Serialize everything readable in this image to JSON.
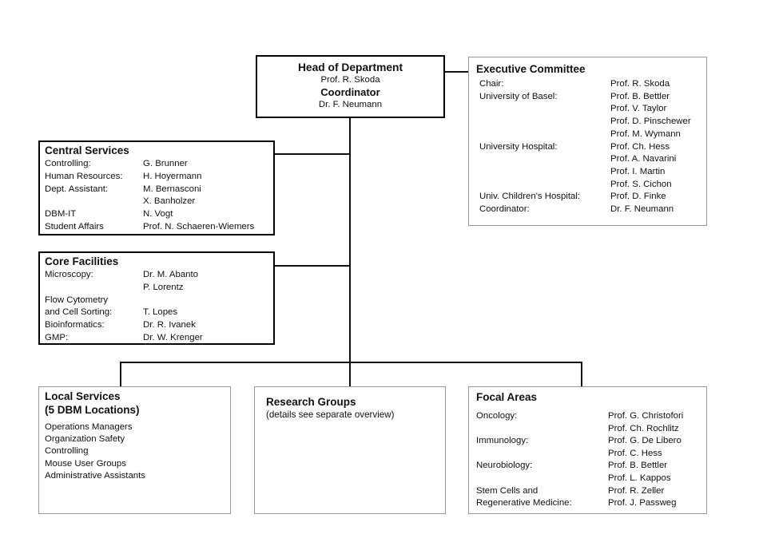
{
  "colors": {
    "background": "#ffffff",
    "text": "#111111",
    "border_strong": "#000000",
    "border_light": "#999999",
    "connector_line": "#111111"
  },
  "head_box": {
    "title": "Head of Department",
    "person": "Prof. R. Skoda",
    "role": "Coordinator",
    "role_person": "Dr. F. Neumann"
  },
  "executive_committee": {
    "title": "Executive Committee",
    "rows": [
      {
        "label": "Chair:",
        "value": "Prof. R. Skoda"
      },
      {
        "label": "University of Basel:",
        "value": "Prof. B. Bettler"
      },
      {
        "label": "",
        "value": "Prof. V. Taylor"
      },
      {
        "label": "",
        "value": "Prof. D. Pinschewer"
      },
      {
        "label": "",
        "value": "Prof. M. Wymann"
      },
      {
        "label": "University Hospital:",
        "value": "Prof. Ch. Hess"
      },
      {
        "label": "",
        "value": "Prof. A. Navarini"
      },
      {
        "label": "",
        "value": "Prof. I. Martin"
      },
      {
        "label": "",
        "value": "Prof. S. Cichon"
      },
      {
        "label": "Univ. Children's Hospital:",
        "value": "Prof. D. Finke"
      },
      {
        "label": "Coordinator:",
        "value": "Dr. F. Neumann"
      }
    ]
  },
  "central_services": {
    "title": "Central Services",
    "rows": [
      {
        "label": "Controlling:",
        "value": "G. Brunner"
      },
      {
        "label": "Human Resources:",
        "value": "H. Hoyermann"
      },
      {
        "label": "Dept. Assistant:",
        "value": "M. Bernasconi"
      },
      {
        "label": "",
        "value": "X. Banholzer"
      },
      {
        "label": "DBM-IT",
        "value": "N. Vogt"
      },
      {
        "label": "Student Affairs",
        "value": "Prof. N. Schaeren-Wiemers"
      }
    ]
  },
  "core_facilities": {
    "title": "Core Facilities",
    "rows": [
      {
        "label": "Microscopy:",
        "value": "Dr. M. Abanto"
      },
      {
        "label": "",
        "value": "P. Lorentz"
      },
      {
        "label": "Flow Cytometry",
        "value": ""
      },
      {
        "label": "and Cell Sorting:",
        "value": "T. Lopes"
      },
      {
        "label": "Bioinformatics:",
        "value": "Dr. R. Ivanek"
      },
      {
        "label": "GMP:",
        "value": "Dr. W. Krenger"
      }
    ]
  },
  "local_services": {
    "title_line1": "Local Services",
    "title_line2": "(5 DBM Locations)",
    "items": [
      "Operations Managers",
      "Organization Safety",
      "Controlling",
      "Mouse User Groups",
      "Administrative Assistants"
    ]
  },
  "research_groups": {
    "title": "Research Groups",
    "subtitle": "(details see separate overview)"
  },
  "focal_areas": {
    "title": "Focal Areas",
    "rows": [
      {
        "label": "Oncology:",
        "value": "Prof. G. Christofori"
      },
      {
        "label": "",
        "value": "Prof. Ch. Rochlitz"
      },
      {
        "label": "Immunology:",
        "value": "Prof. G. De Libero"
      },
      {
        "label": "",
        "value": "Prof. C. Hess"
      },
      {
        "label": "Neurobiology:",
        "value": "Prof. B. Bettler"
      },
      {
        "label": "",
        "value": "Prof. L. Kappos"
      },
      {
        "label": "Stem Cells and",
        "value": "Prof. R. Zeller"
      },
      {
        "label": "Regenerative Medicine:",
        "value": "Prof. J. Passweg"
      }
    ]
  }
}
